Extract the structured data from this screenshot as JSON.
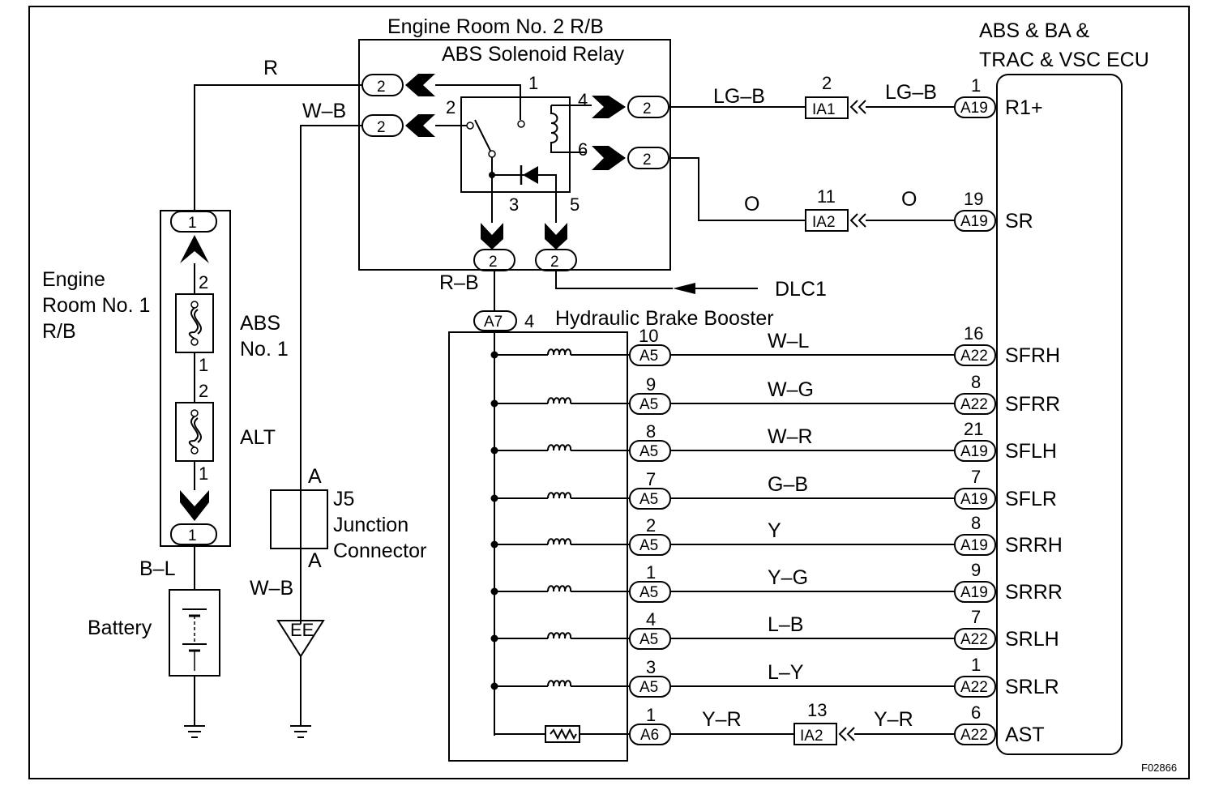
{
  "figure_id": "F02866",
  "relay_box": {
    "title": "Engine Room No. 2 R/B",
    "relay_title": "ABS Solenoid Relay",
    "relay_pins": [
      "1",
      "2",
      "3",
      "4",
      "5",
      "6"
    ],
    "conn_pin": "2"
  },
  "ecu": {
    "title_line1": "ABS & BA &",
    "title_line2": "TRAC & VSC ECU",
    "terminals": [
      {
        "name": "R1+",
        "connector": "A19",
        "pin": "1"
      },
      {
        "name": "SR",
        "connector": "A19",
        "pin": "19"
      },
      {
        "name": "SFRH",
        "connector": "A22",
        "pin": "16"
      },
      {
        "name": "SFRR",
        "connector": "A22",
        "pin": "8"
      },
      {
        "name": "SFLH",
        "connector": "A19",
        "pin": "21"
      },
      {
        "name": "SFLR",
        "connector": "A19",
        "pin": "7"
      },
      {
        "name": "SRRH",
        "connector": "A19",
        "pin": "8"
      },
      {
        "name": "SRRR",
        "connector": "A19",
        "pin": "9"
      },
      {
        "name": "SRLH",
        "connector": "A22",
        "pin": "7"
      },
      {
        "name": "SRLR",
        "connector": "A22",
        "pin": "1"
      },
      {
        "name": "AST",
        "connector": "A22",
        "pin": "6"
      }
    ]
  },
  "relay_wires": [
    {
      "color": "LG–B",
      "junction": "IA1",
      "junction_pin": "2"
    },
    {
      "color": "O",
      "junction": "IA2",
      "junction_pin": "11"
    }
  ],
  "engine_room_1": {
    "title_line1": "Engine",
    "title_line2": "Room No. 1",
    "title_line3": "R/B",
    "top_pin": "1",
    "bottom_pin": "1",
    "fuses": [
      {
        "label_line1": "ABS",
        "label_line2": "No. 1",
        "pin_top": "2",
        "pin_bottom": "1"
      },
      {
        "label_line1": "ALT",
        "label_line2": "",
        "pin_top": "2",
        "pin_bottom": "1"
      }
    ]
  },
  "wire_labels": {
    "battery_feed": "R",
    "ground_feed": "W–B",
    "battery_wire": "B–L",
    "ground_wire": "W–B",
    "booster_feed": "R–B"
  },
  "battery_label": "Battery",
  "ground_point": "EE",
  "junction_connector": {
    "line1": "J5",
    "line2": "Junction",
    "line3": "Connector",
    "pin_top": "A",
    "pin_bottom": "A"
  },
  "dlc": "DLC1",
  "booster": {
    "title": "Hydraulic Brake Booster",
    "feed_connector": "A7",
    "feed_pin": "4",
    "solenoids": [
      {
        "pin": "10",
        "connector": "A5",
        "wire": "W–L"
      },
      {
        "pin": "9",
        "connector": "A5",
        "wire": "W–G"
      },
      {
        "pin": "8",
        "connector": "A5",
        "wire": "W–R"
      },
      {
        "pin": "7",
        "connector": "A5",
        "wire": "G–B"
      },
      {
        "pin": "2",
        "connector": "A5",
        "wire": "Y"
      },
      {
        "pin": "1",
        "connector": "A5",
        "wire": "Y–G"
      },
      {
        "pin": "4",
        "connector": "A5",
        "wire": "L–B"
      },
      {
        "pin": "3",
        "connector": "A5",
        "wire": "L–Y"
      }
    ],
    "sensor": {
      "pin": "1",
      "connector": "A6",
      "wire": "Y–R",
      "junction": "IA2",
      "junction_pin": "13"
    }
  }
}
